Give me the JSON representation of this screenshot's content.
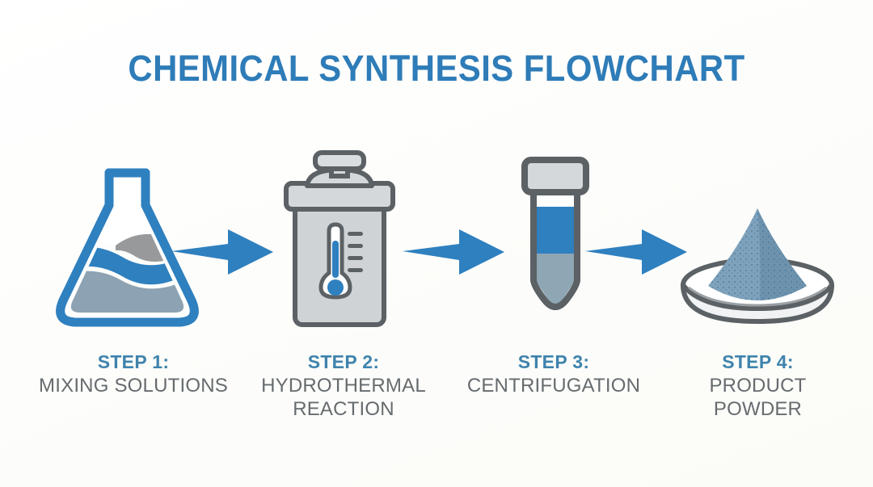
{
  "page": {
    "title": "CHEMICAL SYNTHESIS FLOWCHART",
    "background_color": "#fdfdfb"
  },
  "colors": {
    "title_blue": "#2e7cb8",
    "accent_blue": "#2f80bf",
    "step_label_blue": "#3f83ad",
    "body_gray": "#666b6e",
    "icon_outline_gray": "#5b6164",
    "icon_fill_gray": "#c9cdd0",
    "muted_blue_gray": "#8fa3b4"
  },
  "steps": [
    {
      "id": "step-1",
      "number_label": "STEP 1:",
      "name_lines": [
        "MIXING SOLUTIONS"
      ],
      "icon_name": "erlenmeyer-flask-icon",
      "icon_description": "Erlenmeyer flask with blue outline containing blue and gray liquid waves"
    },
    {
      "id": "step-2",
      "number_label": "STEP 2:",
      "name_lines": [
        "HYDROTHERMAL",
        "REACTION"
      ],
      "icon_name": "autoclave-reactor-icon",
      "icon_description": "Gray hydrothermal autoclave reactor with top handle and blue thermometer"
    },
    {
      "id": "step-3",
      "number_label": "STEP 3:",
      "name_lines": [
        "CENTRIFUGATION"
      ],
      "icon_name": "centrifuge-tube-icon",
      "icon_description": "Capped centrifuge tube with blue supernatant over gray-blue pellet"
    },
    {
      "id": "step-4",
      "number_label": "STEP 4:",
      "name_lines": [
        "PRODUCT",
        "POWDER"
      ],
      "icon_name": "powder-dish-icon",
      "icon_description": "Conical pile of blue-gray powder in a shallow white dish"
    }
  ],
  "arrows": [
    {
      "id": "arrow-1",
      "icon_name": "arrow-right-icon",
      "from": "step-1",
      "to": "step-2"
    },
    {
      "id": "arrow-2",
      "icon_name": "arrow-right-icon",
      "from": "step-2",
      "to": "step-3"
    },
    {
      "id": "arrow-3",
      "icon_name": "arrow-right-icon",
      "from": "step-3",
      "to": "step-4"
    }
  ]
}
